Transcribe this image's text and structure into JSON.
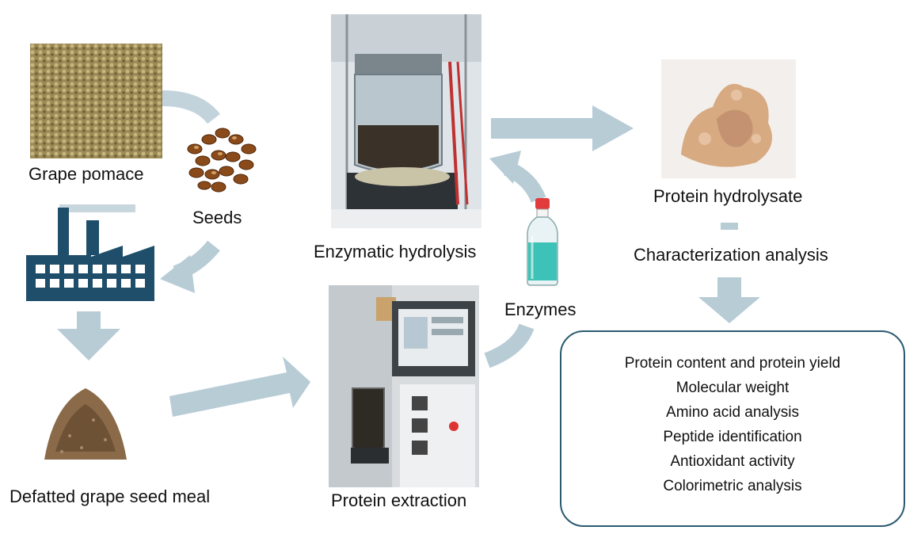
{
  "labels": {
    "grape_pomace": "Grape pomace",
    "seeds": "Seeds",
    "defatted_meal": "Defatted grape seed meal",
    "enzymatic_hydrolysis": "Enzymatic hydrolysis",
    "protein_extraction": "Protein extraction",
    "enzymes": "Enzymes",
    "protein_hydrolysate": "Protein hydrolysate",
    "characterization": "Characterization analysis"
  },
  "analyses": [
    "Protein content and protein yield",
    "Molecular weight",
    "Amino acid analysis",
    "Peptide identification",
    "Antioxidant activity",
    "Colorimetric analysis"
  ],
  "colors": {
    "arrow": "#b8ccd6",
    "factory": "#1f4e6b",
    "box_border": "#2a5a70"
  },
  "icons": [
    "factory-icon",
    "enzyme-bottle-icon"
  ]
}
